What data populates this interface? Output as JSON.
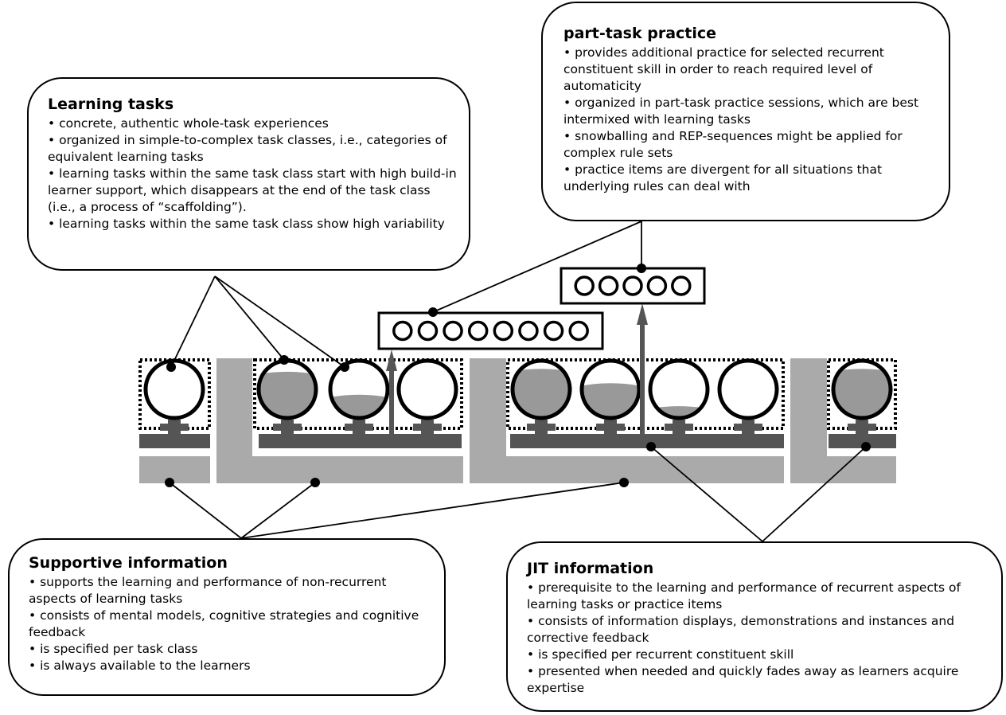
{
  "learning_tasks": {
    "title": "Learning tasks",
    "bullets": [
      "• concrete, authentic whole-task experiences",
      "• organized in simple-to-complex task classes, i.e., categories of equivalent learning tasks",
      "• learning tasks within the same task class start with high build-in learner support, which disappears at the end of the task class (i.e., a process of “scaffolding”).",
      "• learning tasks within the same task class show high variability"
    ]
  },
  "part_task_practice": {
    "title": "part-task practice",
    "bullets": [
      "• provides additional practice for selected recurrent constituent skill in order to reach required level of automaticity",
      "• organized in part-task practice sessions, which are best intermixed with learning tasks",
      "• snowballing and REP-sequences might be applied for complex rule sets",
      "• practice items are divergent for all situations that underlying rules can deal with"
    ]
  },
  "supportive_information": {
    "title": "Supportive information",
    "bullets": [
      "• supports the learning and performance of non-recurrent aspects of learning tasks",
      "• consists of mental models, cognitive strategies and cognitive feedback",
      "• is specified per task class",
      "• is always available to the learners"
    ]
  },
  "jit_information": {
    "title": "JIT information",
    "bullets": [
      "• prerequisite to the learning and performance of recurrent aspects of learning tasks or practice items",
      "• consists of information displays, demonstrations and instances and corrective feedback",
      "• is specified per recurrent constituent skill",
      "• presented when needed and quickly fades away as learners acquire expertise"
    ]
  },
  "diagram": {
    "learning_task_support_fill": [
      0,
      0.8,
      0.4,
      0,
      0.85,
      0.6,
      0.2,
      0,
      0.85
    ],
    "practice_session_item_counts": [
      8,
      5
    ],
    "colors": {
      "supportive_band": "#aaaaaa",
      "jit_band": "#555555",
      "support_fill": "#999999",
      "line": "#000000"
    }
  }
}
